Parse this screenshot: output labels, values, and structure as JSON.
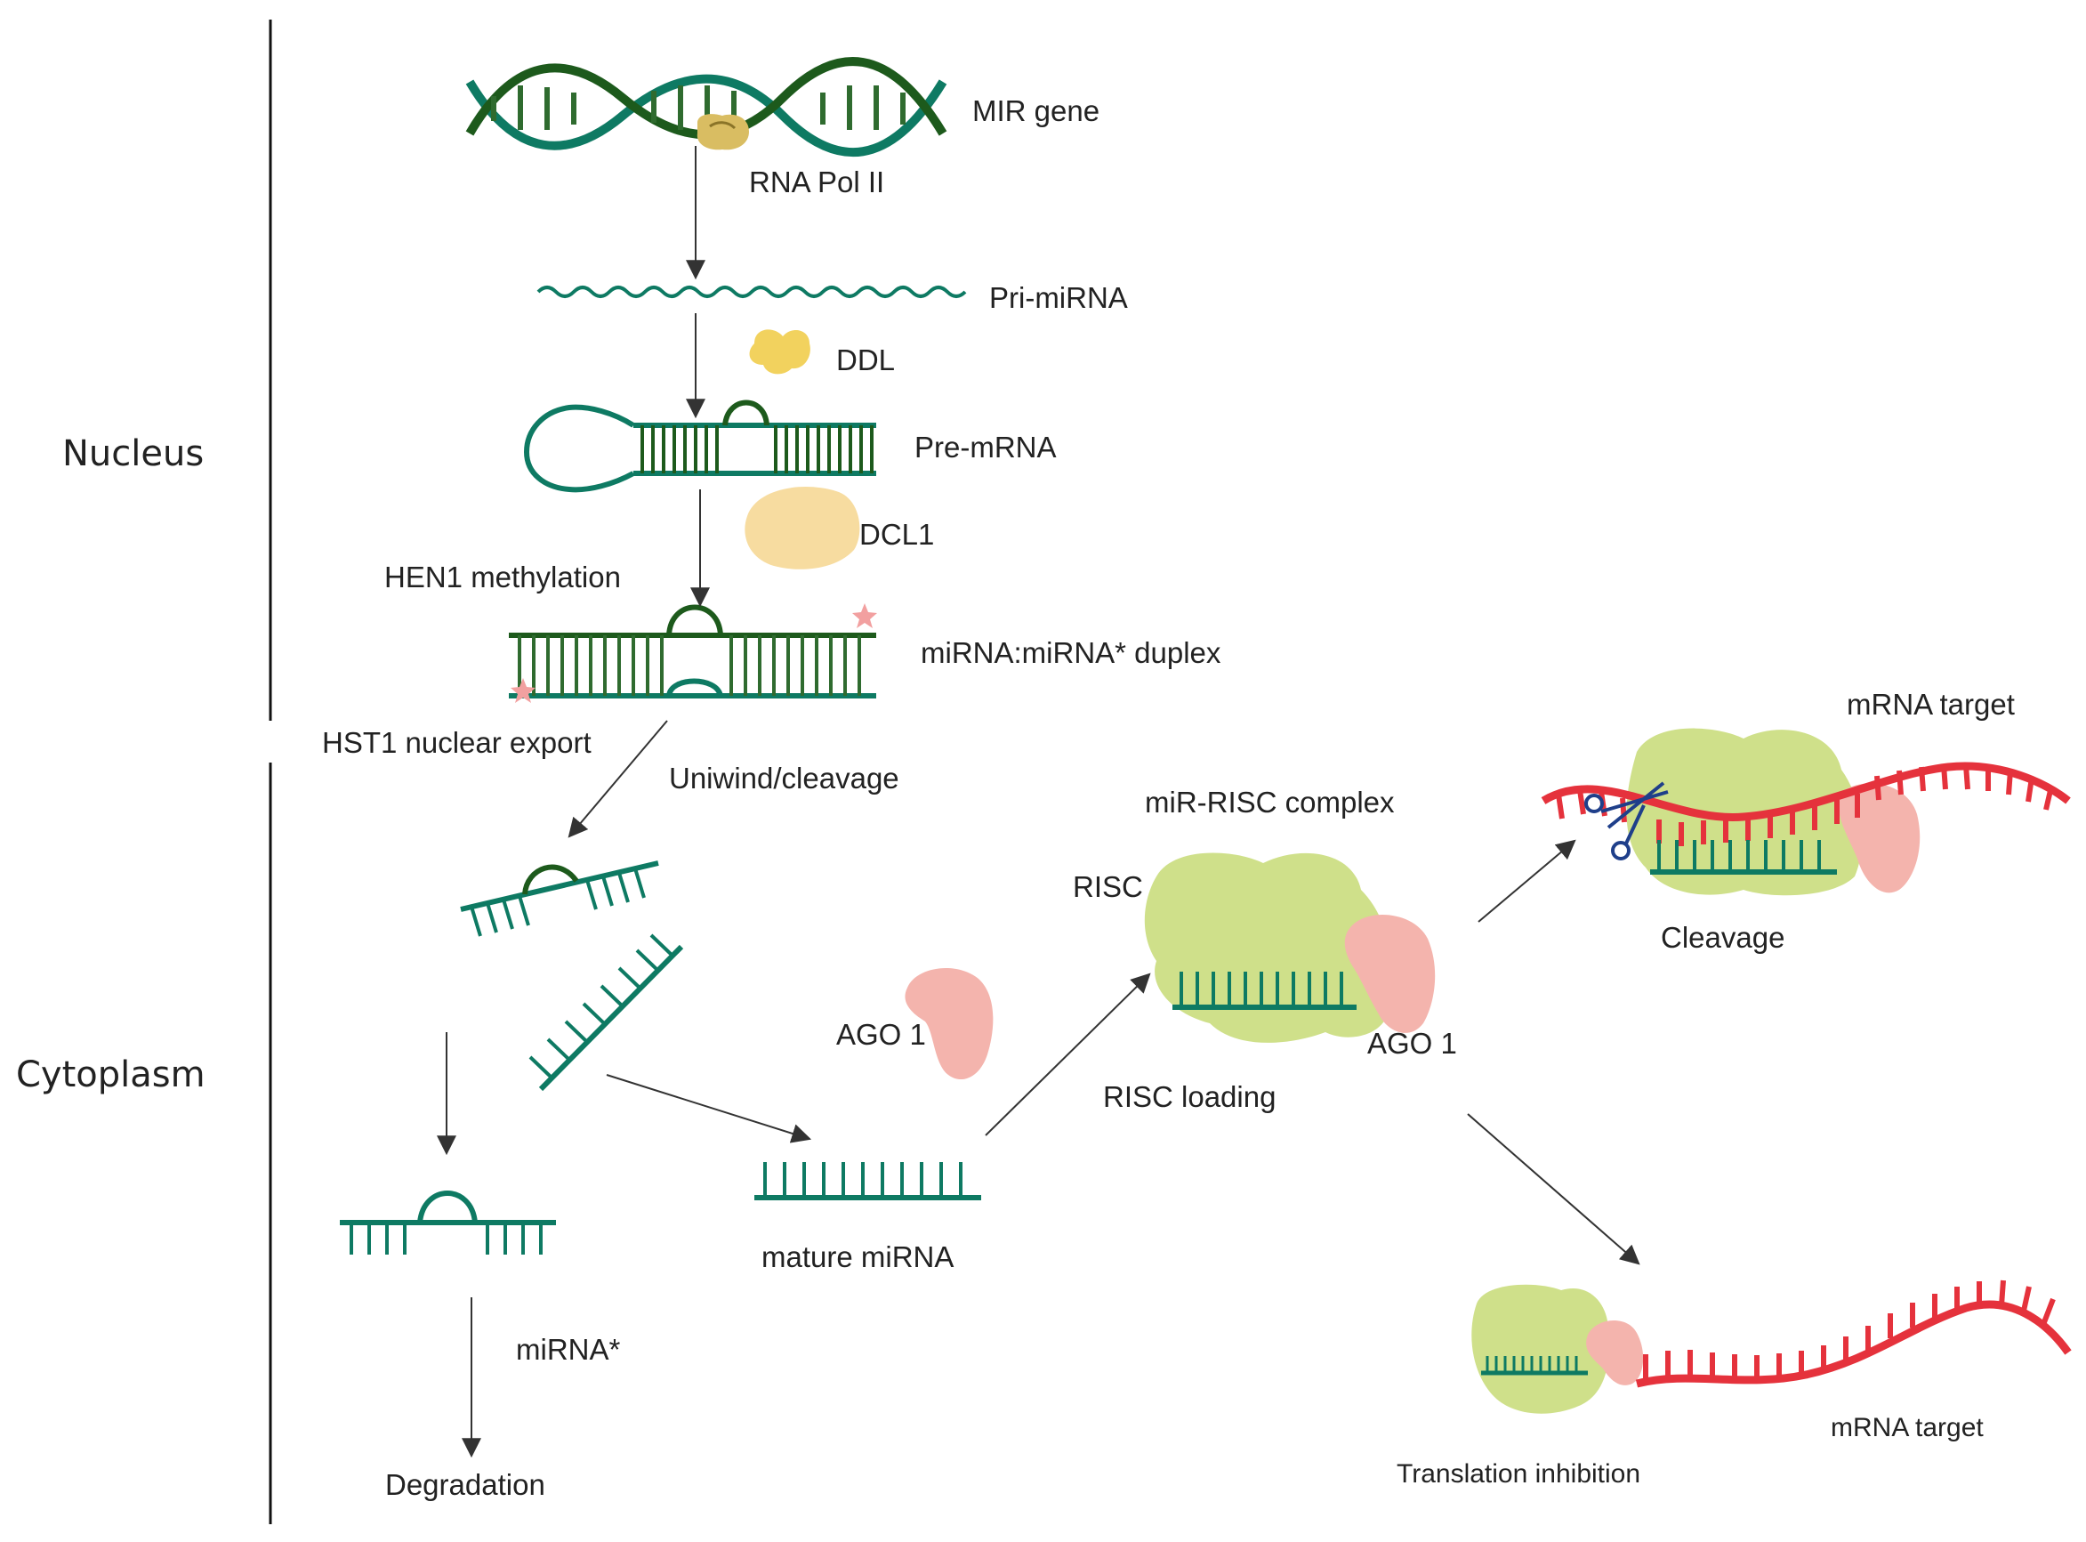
{
  "colors": {
    "strand": "#0e7a63",
    "strand_dark": "#1d5a1c",
    "mrna": "#e5323c",
    "risc": "#cfe08a",
    "ago": "#f4b4ad",
    "dcl1": "#f7dca0",
    "ddl": "#f2d25e",
    "polii": "#d9bd62",
    "star": "#f2a0a0",
    "arrow": "#333333",
    "divider": "#111111",
    "scissor": "#1f3f8a"
  },
  "regions": {
    "nucleus": "Nucleus",
    "cytoplasm": "Cytoplasm"
  },
  "labels": {
    "mir_gene": "MIR gene",
    "rna_pol_ii": "RNA Pol II",
    "pri_mirna": "Pri-miRNA",
    "ddl": "DDL",
    "pre_mrna": "Pre-mRNA",
    "dcl1": "DCL1",
    "hen1": "HEN1 methylation",
    "duplex": "miRNA:miRNA* duplex",
    "hst1": "HST1 nuclear export",
    "unwind": "Uniwind/cleavage",
    "mir_risc": "miR-RISC complex",
    "risc": "RISC",
    "ago1_free": "AGO 1",
    "ago1_complex": "AGO 1",
    "risc_loading": "RISC loading",
    "mature_mirna": "mature miRNA",
    "mirna_star": "miRNA*",
    "degradation": "Degradation",
    "mrna_target_top": "mRNA target",
    "cleavage": "Cleavage",
    "translation_inhibition": "Translation inhibition",
    "mrna_target_bottom": "mRNA target"
  }
}
